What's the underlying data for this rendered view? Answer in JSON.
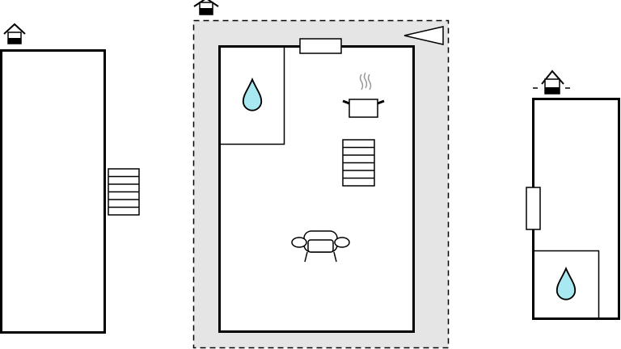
{
  "diagram": {
    "type": "floor-plan",
    "colors": {
      "wall": "#000000",
      "water": "#a8e8f0",
      "terrace": "#e5e5e5",
      "steam": "#999999"
    },
    "buildings": [
      {
        "id": "left",
        "icons": [
          "floor-level-icon",
          "stairs-icon"
        ]
      },
      {
        "id": "middle",
        "icons": [
          "floor-level-icon",
          "bathroom-water-icon",
          "window-icon",
          "north-arrow-icon",
          "kitchen-pot-icon",
          "stairs-icon",
          "armchair-icon"
        ]
      },
      {
        "id": "right",
        "icons": [
          "floor-level-icon",
          "window-icon",
          "bathroom-water-icon"
        ]
      }
    ]
  }
}
